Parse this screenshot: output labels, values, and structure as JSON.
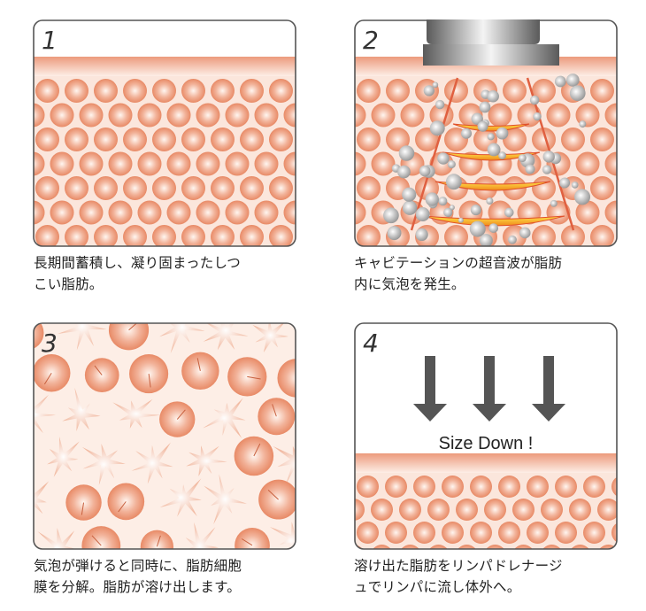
{
  "panels": [
    {
      "number": "1",
      "caption": [
        "長期間蓄積し、凝り固まったしつ",
        "こい脂肪。"
      ]
    },
    {
      "number": "2",
      "caption": [
        "キャビテーションの超音波が脂肪",
        "内に気泡を発生。"
      ]
    },
    {
      "number": "3",
      "caption": [
        "気泡が弾けると同時に、脂肪細胞",
        "膜を分解。脂肪が溶け出します。"
      ]
    },
    {
      "number": "4",
      "caption": [
        "溶け出た脂肪をリンパドレナージ",
        "ュでリンパに流し体外へ。"
      ],
      "label": "Size Down !"
    }
  ],
  "colors": {
    "cell": "#e88a66",
    "skin": "#ec9a7c",
    "tissue": "#fbe6dc",
    "border": "#555555",
    "arrow": "#555555"
  }
}
